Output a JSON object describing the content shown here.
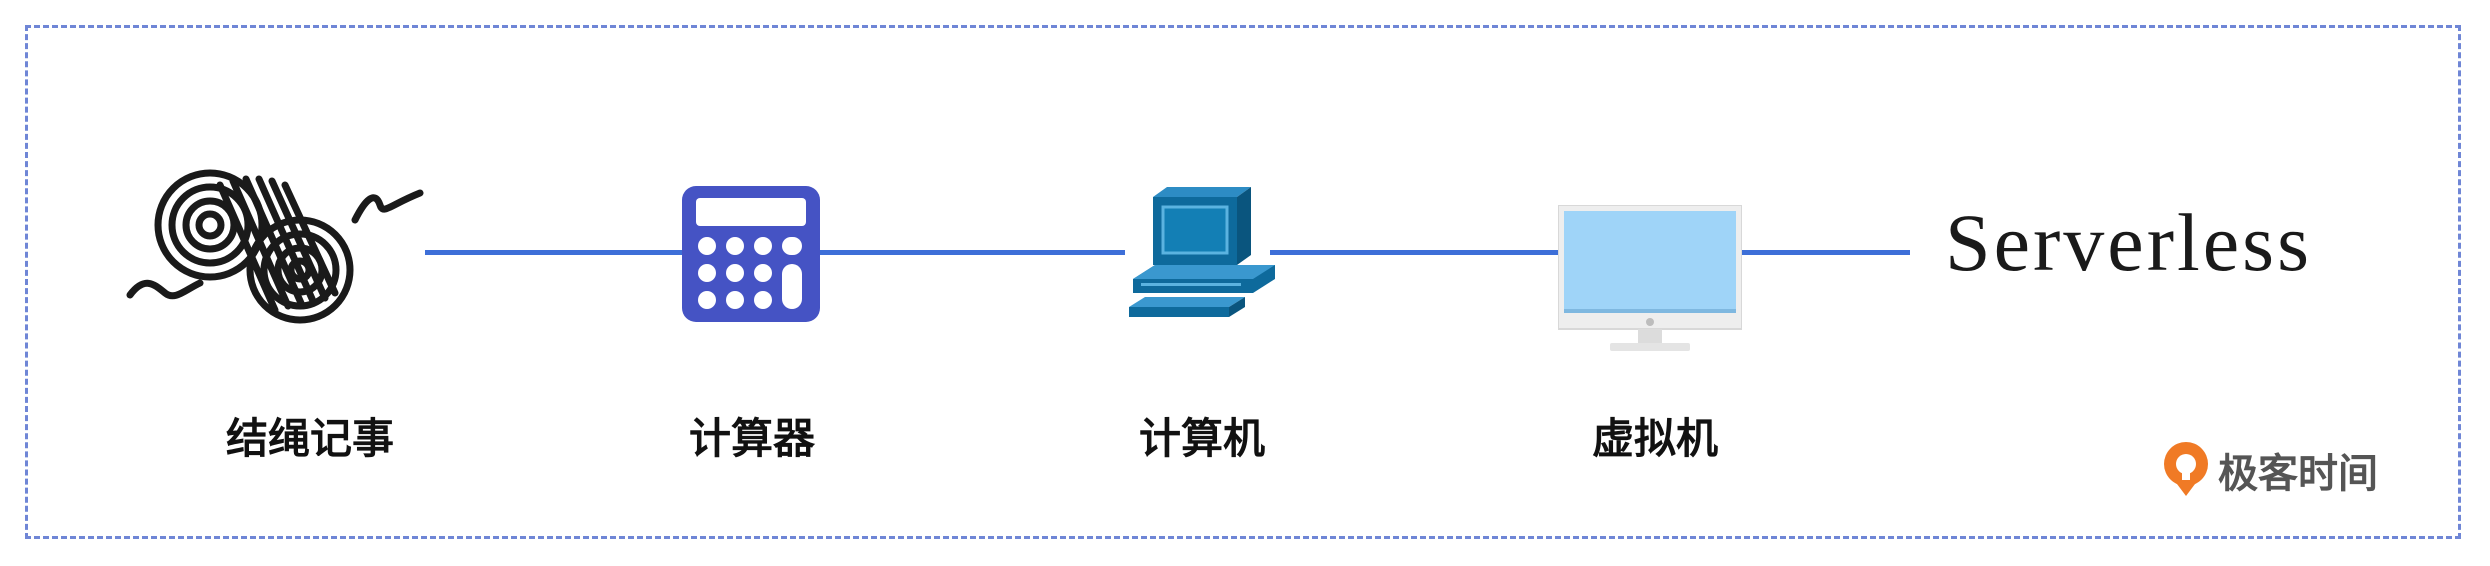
{
  "stages": [
    {
      "label": "结绳记事",
      "icon": "knotted-rope-icon"
    },
    {
      "label": "计算器",
      "icon": "calculator-icon"
    },
    {
      "label": "计算机",
      "icon": "desktop-computer-icon"
    },
    {
      "label": "虚拟机",
      "icon": "monitor-icon"
    }
  ],
  "final_stage": "Serverless",
  "brand": {
    "name": "极客时间",
    "icon": "geektime-logo-icon"
  },
  "colors": {
    "connector": "#3d6fd8",
    "frame_border": "#6f86d6",
    "calculator": "#4553c4",
    "computer": "#0e6a9c",
    "monitor_screen": "#9fd4f8",
    "brand_orange": "#f07a25"
  }
}
